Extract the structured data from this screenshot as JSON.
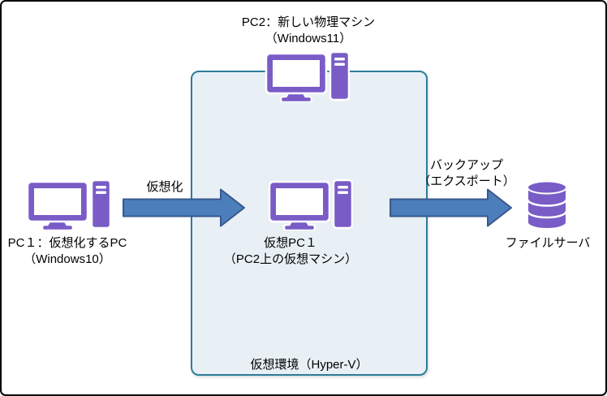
{
  "colors": {
    "icon_purple": "#7A5CC7",
    "arrow_fill": "#4C7EBB",
    "arrow_border": "#38598C",
    "environment_box_fill": "#E8F0F5",
    "environment_box_border": "#2D7D9A",
    "outer_border": "#000000",
    "text": "#000000"
  },
  "nodes": {
    "pc2": {
      "line1": "PC2：新しい物理マシン",
      "line2": "（Windows11）"
    },
    "pc1": {
      "line1": "PC１：仮想化するPC",
      "line2": "（Windows10）"
    },
    "virtual_pc": {
      "line1": "仮想PC１",
      "line2": "（PC2上の仮想マシン）"
    },
    "file_server": {
      "label": "ファイルサーバ"
    }
  },
  "environment_box": {
    "label": "仮想環境（Hyper-V）"
  },
  "arrows": {
    "virtualize": {
      "label": "仮想化"
    },
    "backup": {
      "line1": "バックアップ",
      "line2": "（エクスポート）"
    }
  }
}
